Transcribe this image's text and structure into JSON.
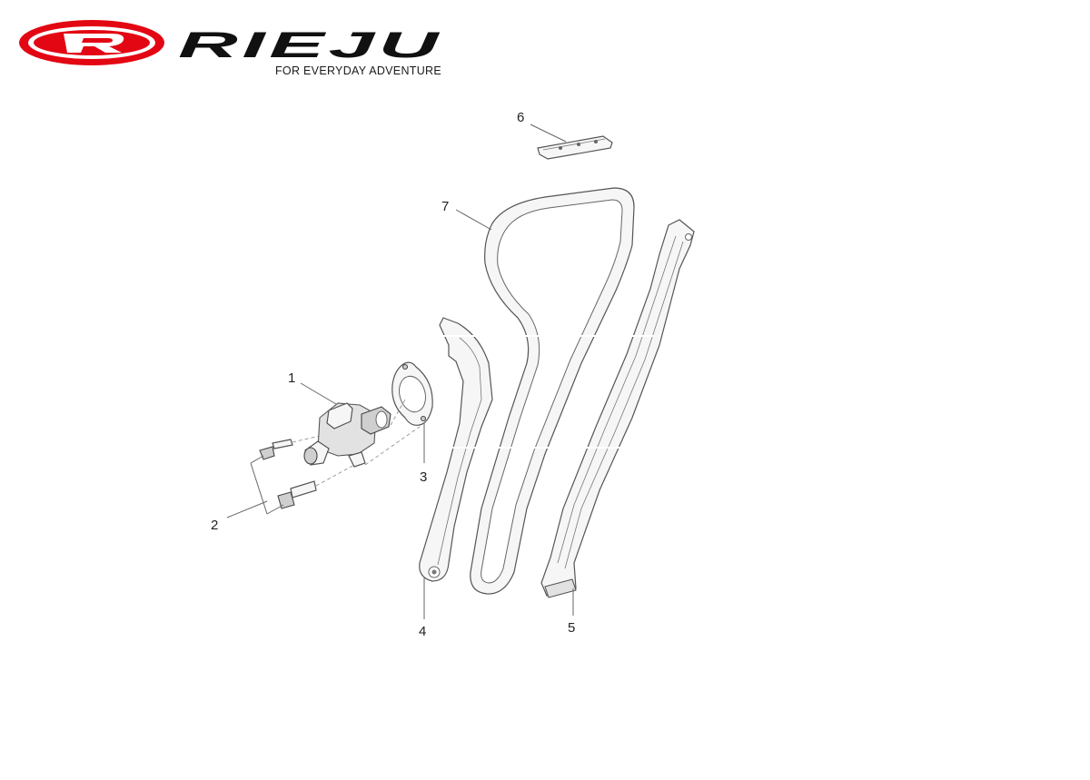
{
  "brand": {
    "name": "RIEJU",
    "tagline": "FOR EVERYDAY ADVENTURE",
    "logo_mark_letter": "R",
    "brand_color": "#e30613"
  },
  "callouts": [
    {
      "id": "1",
      "label": "1",
      "part": "tensioner"
    },
    {
      "id": "2",
      "label": "2",
      "part": "bolts"
    },
    {
      "id": "3",
      "label": "3",
      "part": "gasket"
    },
    {
      "id": "4",
      "label": "4",
      "part": "tensioner-guide"
    },
    {
      "id": "5",
      "label": "5",
      "part": "chain-guide"
    },
    {
      "id": "6",
      "label": "6",
      "part": "upper-guide"
    },
    {
      "id": "7",
      "label": "7",
      "part": "timing-chain"
    }
  ]
}
